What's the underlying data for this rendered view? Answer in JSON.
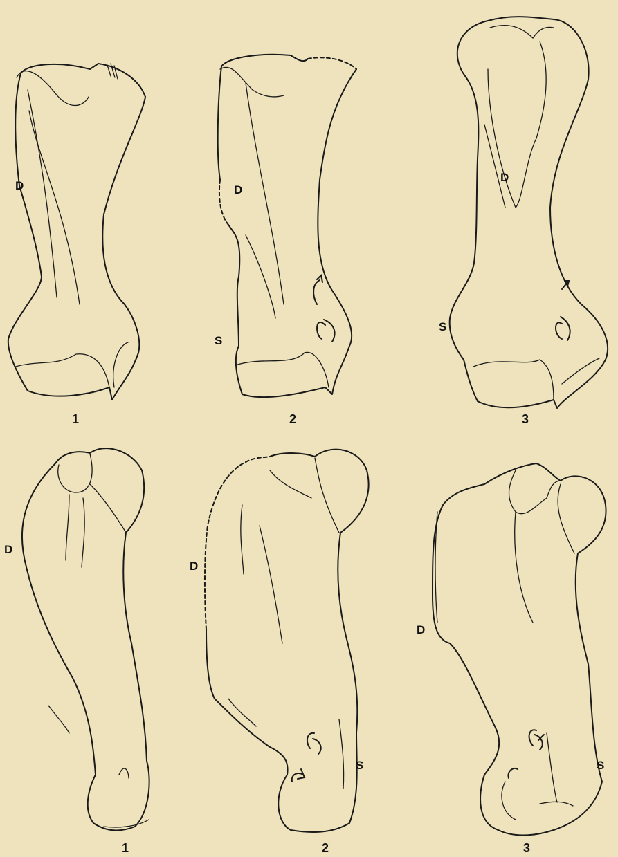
{
  "figures": [
    {
      "id": "top-1",
      "number": "1",
      "labels": {
        "D": "D"
      }
    },
    {
      "id": "top-2",
      "number": "2",
      "labels": {
        "D": "D",
        "S": "S"
      }
    },
    {
      "id": "top-3",
      "number": "3",
      "labels": {
        "D": "D",
        "S": "S"
      }
    },
    {
      "id": "bottom-1",
      "number": "1",
      "labels": {
        "D": "D"
      }
    },
    {
      "id": "bottom-2",
      "number": "2",
      "labels": {
        "D": "D",
        "S": "S"
      }
    },
    {
      "id": "bottom-3",
      "number": "3",
      "labels": {
        "D": "D",
        "S": "S"
      }
    }
  ],
  "colors": {
    "background": "#efe3bd",
    "ink": "#1a1a1a"
  },
  "icons": [
    "muscle-scar-arrow-icon"
  ]
}
